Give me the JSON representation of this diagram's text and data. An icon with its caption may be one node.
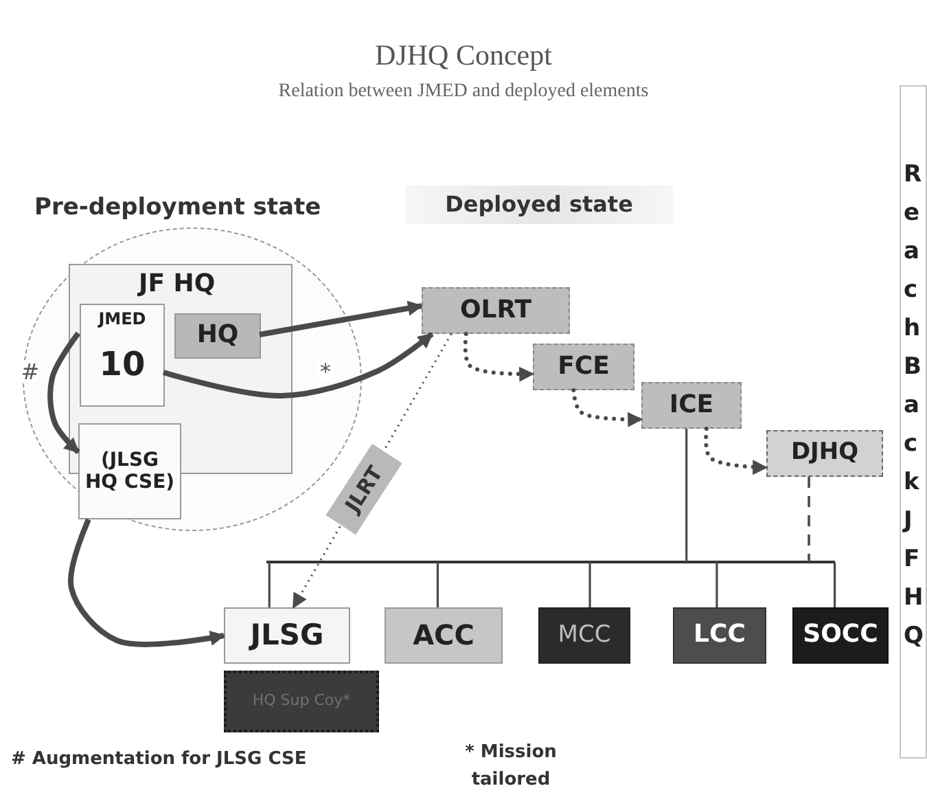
{
  "diagram": {
    "title": "DJHQ Concept",
    "nodes": [
      {
        "text": [
          "Pre-deployment state"
        ]
      },
      {
        "text": [
          "JF HQ"
        ],
        "in": 0
      },
      {
        "text": [
          "JMED",
          "10"
        ],
        "in": 1
      },
      {
        "text": [
          "HQ"
        ],
        "in": 1
      },
      {
        "text": [
          "(JLSG HQ CSE)"
        ],
        "in": 0
      },
      {
        "text": [
          "Deployed state"
        ]
      },
      {
        "text": [
          "OLRT"
        ]
      },
      {
        "text": [
          "FCE"
        ]
      },
      {
        "text": [
          "ICE"
        ]
      },
      {
        "text": [
          "DJHQ"
        ]
      },
      {
        "text": [],
        "shape": "bar"
      },
      {
        "text": [
          "JLSG"
        ]
      },
      {
        "text": [
          "ACC"
        ]
      },
      {
        "text": [
          "MCC"
        ]
      },
      {
        "text": [
          "LCC"
        ]
      },
      {
        "text": [
          "SOCC"
        ]
      },
      {
        "text": [
          "HQ Sup Coy*"
        ]
      },
      {
        "text": [
          "Reach Back JFHQ"
        ]
      }
    ],
    "edges": [
      {
        "from": 3,
        "to": 6,
        "arrow": "to",
        "style": "thick"
      },
      {
        "from": 2,
        "to": 6,
        "arrow": "to",
        "style": "thick",
        "label": "*"
      },
      {
        "from": 2,
        "to": 4,
        "arrow": "to",
        "style": "thick",
        "label": "#"
      },
      {
        "from": 4,
        "to": 11,
        "arrow": "to",
        "style": "thick"
      },
      {
        "from": 6,
        "to": 11,
        "arrow": "to",
        "style": "dashed",
        "label": "JLRT"
      },
      {
        "from": 6,
        "to": 7,
        "arrow": "to",
        "style": "dashed"
      },
      {
        "from": 7,
        "to": 8,
        "arrow": "to",
        "style": "dashed"
      },
      {
        "from": 8,
        "to": 9,
        "arrow": "to",
        "style": "dashed"
      },
      {
        "from": 8,
        "to": 10,
        "arrow": "none"
      },
      {
        "from": 9,
        "to": 10,
        "arrow": "none",
        "style": "dashed"
      },
      {
        "from": 10,
        "to": 11,
        "arrow": "none"
      },
      {
        "from": 10,
        "to": 12,
        "arrow": "none"
      },
      {
        "from": 10,
        "to": 13,
        "arrow": "none"
      },
      {
        "from": 10,
        "to": 14,
        "arrow": "none"
      },
      {
        "from": 10,
        "to": 15,
        "arrow": "none"
      }
    ],
    "labels": [
      "Relation between JMED and deployed elements",
      "# Augmentation for JLSG CSE",
      "* Mission tailored"
    ]
  }
}
